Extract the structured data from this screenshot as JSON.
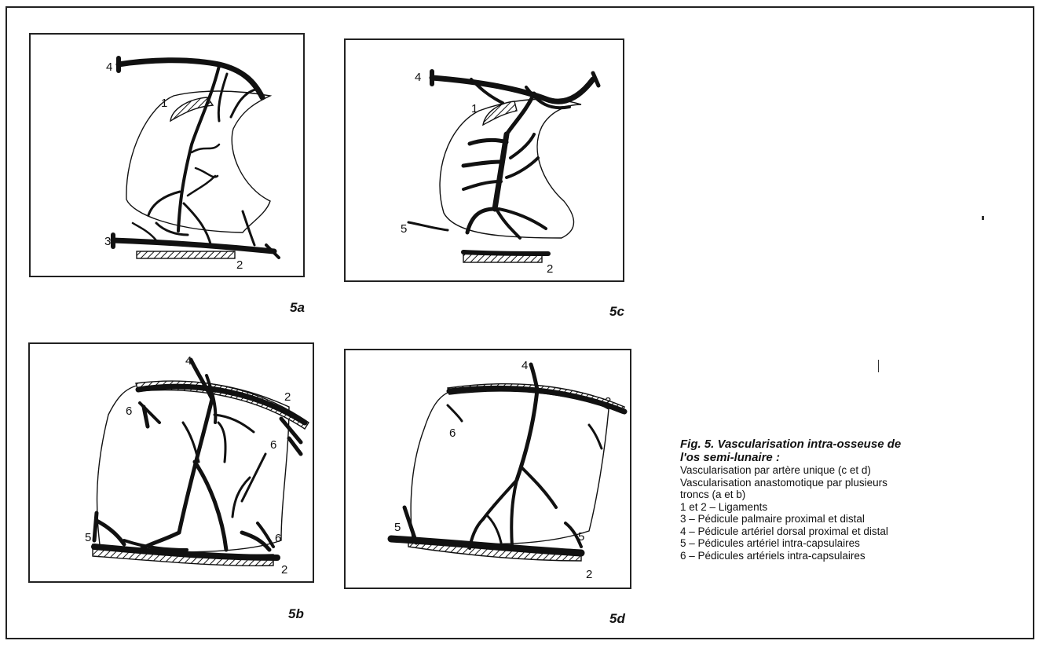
{
  "panels": {
    "a": {
      "label": "5a",
      "numbers": [
        "1",
        "2",
        "3",
        "4"
      ]
    },
    "b": {
      "label": "5b",
      "numbers": [
        "2",
        "2",
        "4",
        "5",
        "6",
        "6",
        "6"
      ]
    },
    "c": {
      "label": "5c",
      "numbers": [
        "1",
        "2",
        "4",
        "5"
      ]
    },
    "d": {
      "label": "5d",
      "numbers": [
        "2",
        "2",
        "4",
        "5",
        "5",
        "6"
      ]
    }
  },
  "caption": {
    "title_line1": "Fig. 5. Vascularisation intra-osseuse de",
    "title_line2": "l'os semi-lunaire :",
    "lines": [
      "Vascularisation par artère unique (c et d)",
      "Vascularisation anastomotique par plusieurs",
      "troncs (a et b)",
      "1 et 2 – Ligaments",
      "3 – Pédicule palmaire proximal et distal",
      "4 – Pédicule artériel dorsal proximal et distal",
      "5 – Pédicules artériel intra-capsulaires",
      "6 – Pédicules artériels intra-capsulaires"
    ]
  }
}
